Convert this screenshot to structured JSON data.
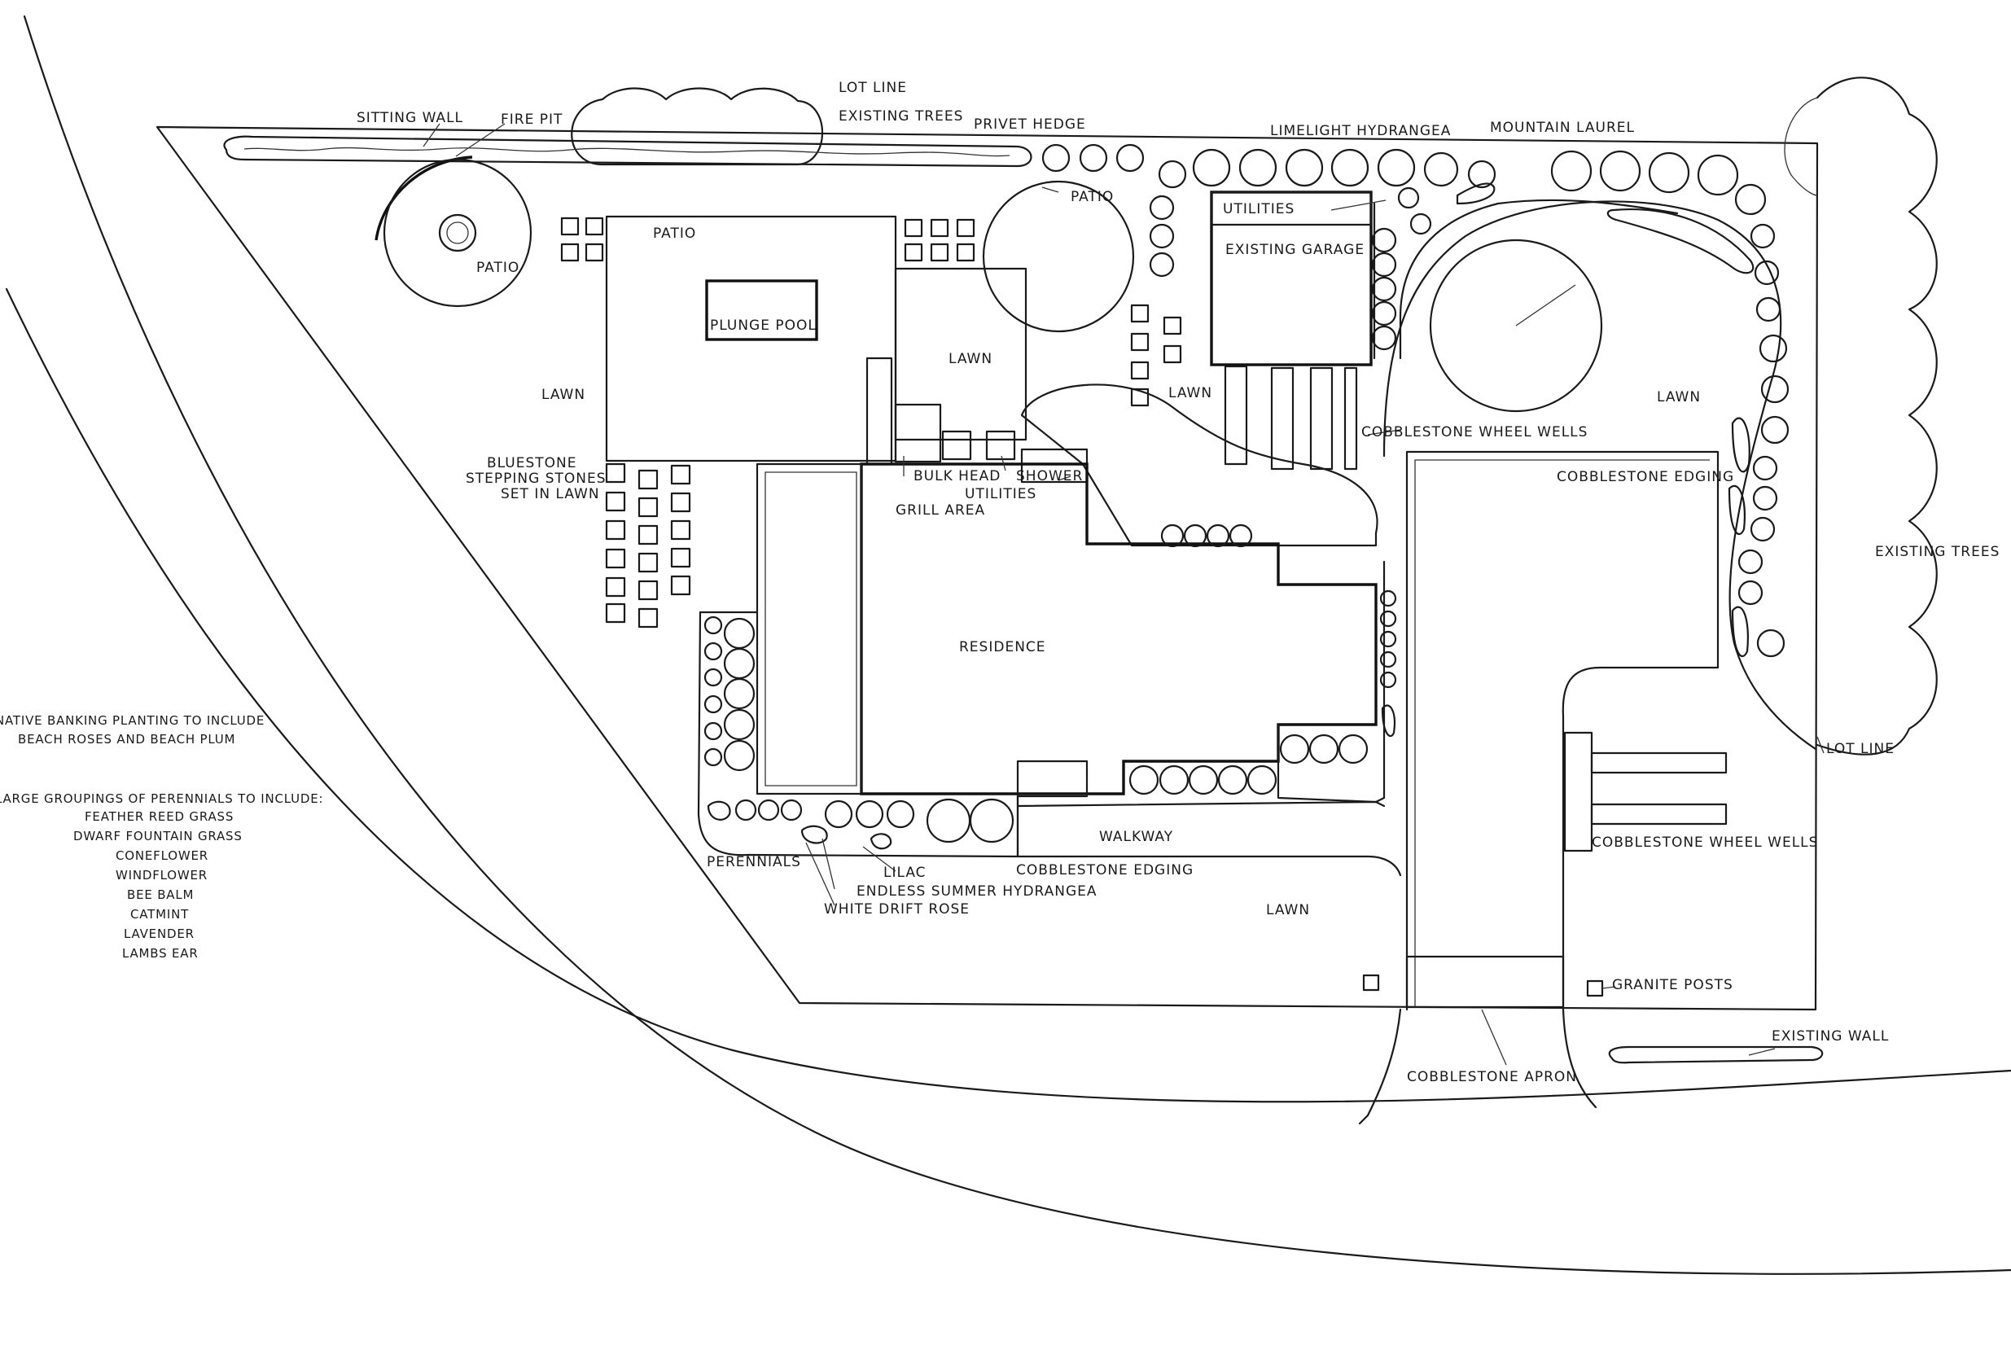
{
  "labels": {
    "lot_line_top": "LOT LINE",
    "existing_trees_top": "EXISTING TREES",
    "sitting_wall": "SITTING WALL",
    "fire_pit": "FIRE PIT",
    "privet_hedge": "PRIVET HEDGE",
    "limelight_hydrangea": "LIMELIGHT HYDRANGEA",
    "mountain_laurel": "MOUNTAIN LAUREL",
    "patio_firepit": "PATIO",
    "patio_main": "PATIO",
    "patio_round": "PATIO",
    "utilities_garage": "UTILITIES",
    "existing_garage": "EXISTING GARAGE",
    "plunge_pool": "PLUNGE POOL",
    "lawn_left": "LAWN",
    "lawn_center": "LAWN",
    "lawn_garage": "LAWN",
    "lawn_right": "LAWN",
    "lawn_bottom": "LAWN",
    "bluestone_1": "BLUESTONE",
    "bluestone_2": "STEPPING STONES",
    "bluestone_3": "SET IN LAWN",
    "bulk_head": "BULK HEAD",
    "shower": "SHOWER",
    "utilities_house": "UTILITIES",
    "grill_area": "GRILL AREA",
    "cobblestone_wheel_wells_top": "COBBLESTONE WHEEL WELLS",
    "cobblestone_edging_right": "COBBLESTONE EDGING",
    "existing_trees_right": "EXISTING TREES",
    "residence": "RESIDENCE",
    "lot_line_right": "LOT LINE",
    "cobblestone_wheel_wells_bottom": "COBBLESTONE WHEEL WELLS",
    "perennials": "PERENNIALS",
    "lilac": "LILAC",
    "walkway": "WALKWAY",
    "cobblestone_edging_bottom": "COBBLESTONE EDGING",
    "endless_summer": "ENDLESS SUMMER HYDRANGEA",
    "white_drift_rose": "WHITE DRIFT ROSE",
    "granite_posts": "GRANITE POSTS",
    "existing_wall": "EXISTING WALL",
    "cobblestone_apron": "COBBLESTONE APRON"
  },
  "notes": {
    "native_1": "NATIVE BANKING PLANTING TO INCLUDE",
    "native_2": "BEACH ROSES AND BEACH PLUM",
    "perennials_title": "LARGE GROUPINGS OF PERENNIALS TO INCLUDE:",
    "perennials_list": [
      "FEATHER REED GRASS",
      "DWARF FOUNTAIN GRASS",
      "CONEFLOWER",
      "WINDFLOWER",
      "BEE BALM",
      "CATMINT",
      "LAVENDER",
      "LAMBS EAR"
    ]
  }
}
